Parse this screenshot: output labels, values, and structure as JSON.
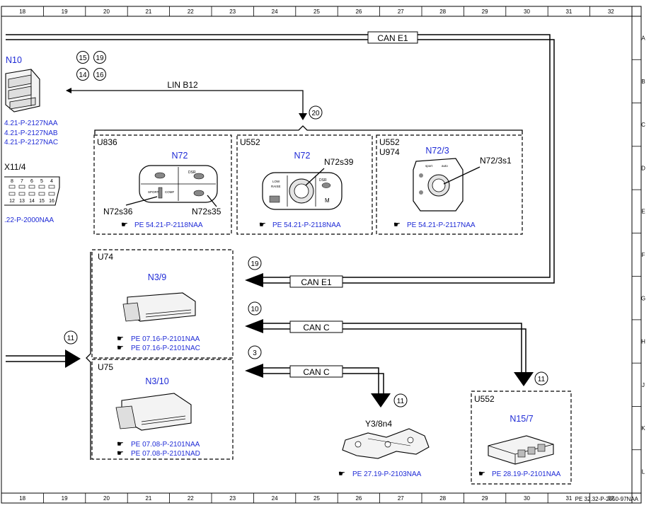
{
  "grid": {
    "columns": [
      "18",
      "19",
      "20",
      "21",
      "22",
      "23",
      "24",
      "25",
      "26",
      "27",
      "28",
      "29",
      "30",
      "31",
      "32"
    ],
    "rows": [
      "A",
      "B",
      "C",
      "D",
      "E",
      "F",
      "G",
      "H",
      "J",
      "K",
      "L"
    ]
  },
  "circles": {
    "c15": "15",
    "c19": "19",
    "c14": "14",
    "c16": "16",
    "c20": "20",
    "c19b": "19",
    "c10": "10",
    "c3": "3",
    "c11a": "11",
    "c11b": "11",
    "c11c": "11"
  },
  "buses": {
    "can_e1_top": "CAN E1",
    "lin_b12": "LIN B12",
    "can_e1_mid": "CAN E1",
    "can_c_1": "CAN C",
    "can_c_2": "CAN C"
  },
  "left": {
    "n10": "N10",
    "n10_refs": [
      "4.21-P-2127NAA",
      "4.21-P-2127NAB",
      "4.21-P-2127NAC"
    ],
    "x11": "X11/4",
    "x11_pins_top": [
      "8",
      "7",
      "6",
      "5",
      "4"
    ],
    "x11_pins_bottom": [
      "12",
      "13",
      "14",
      "15",
      "16"
    ],
    "x11_ref": ".22-P-2000NAA"
  },
  "boxes": {
    "u836": {
      "code": "U836",
      "name": "N72",
      "sw_left": "N72s36",
      "sw_right": "N72s35",
      "ref": "PE 54.21-P-2118NAA",
      "txt_dsr": "DSR",
      "txt_sport": "SPORT",
      "txt_comf": "COMF"
    },
    "u552a": {
      "code": "U552",
      "name": "N72",
      "sw": "N72s39",
      "ref": "PE 54.21-P-2118NAA",
      "txt_low": "LOW",
      "txt_raise": "RAISE",
      "txt_dsr": "DSR",
      "txt_m": "M"
    },
    "u552b": {
      "code": "U552",
      "code2": "U974",
      "name": "N72/3",
      "sw": "N72/3s1",
      "ref": "PE 54.21-P-2117NAA",
      "txt_sport": "sport",
      "txt_auto": "auto"
    },
    "u74": {
      "code": "U74",
      "name": "N3/9",
      "refs": [
        "PE 07.16-P-2101NAA",
        "PE 07.16-P-2101NAC"
      ]
    },
    "u75": {
      "code": "U75",
      "name": "N3/10",
      "refs": [
        "PE 07.08-P-2101NAA",
        "PE 07.08-P-2101NAD"
      ]
    },
    "y3": {
      "name": "Y3/8n4",
      "ref": "PE 27.19-P-2103NAA"
    },
    "u552c": {
      "code": "U552",
      "name": "N15/7",
      "ref": "PE 28.19-P-2101NAA"
    }
  },
  "footer": "PE 32.32-P-2050-97NAA",
  "colors": {
    "blue": "#1f2bd6",
    "line": "#000000"
  }
}
